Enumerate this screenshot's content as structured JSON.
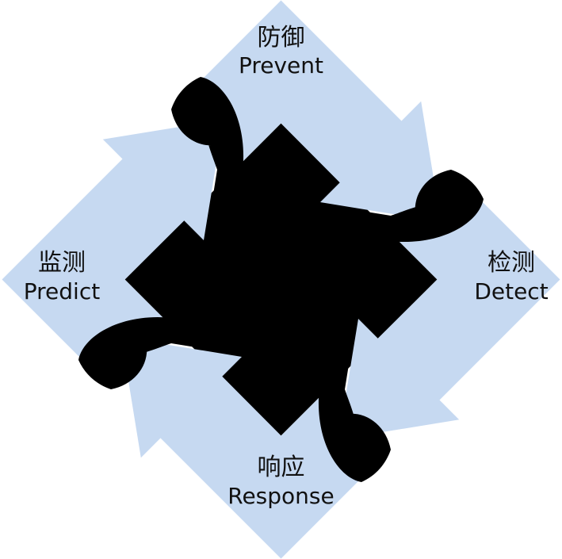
{
  "diagram": {
    "type": "cycle",
    "direction": "clockwise",
    "colors": {
      "arrow_fill": "#c6d9f1",
      "swirl_and_center": "#000000",
      "background": "#ffffff",
      "text": "#111111"
    },
    "nodes": [
      {
        "id": "prevent",
        "zh": "防御",
        "en": "Prevent",
        "position": "top"
      },
      {
        "id": "detect",
        "zh": "检测",
        "en": "Detect",
        "position": "right"
      },
      {
        "id": "response",
        "zh": "响应",
        "en": "Response",
        "position": "bottom"
      },
      {
        "id": "predict",
        "zh": "监测",
        "en": "Predict",
        "position": "left"
      }
    ]
  }
}
